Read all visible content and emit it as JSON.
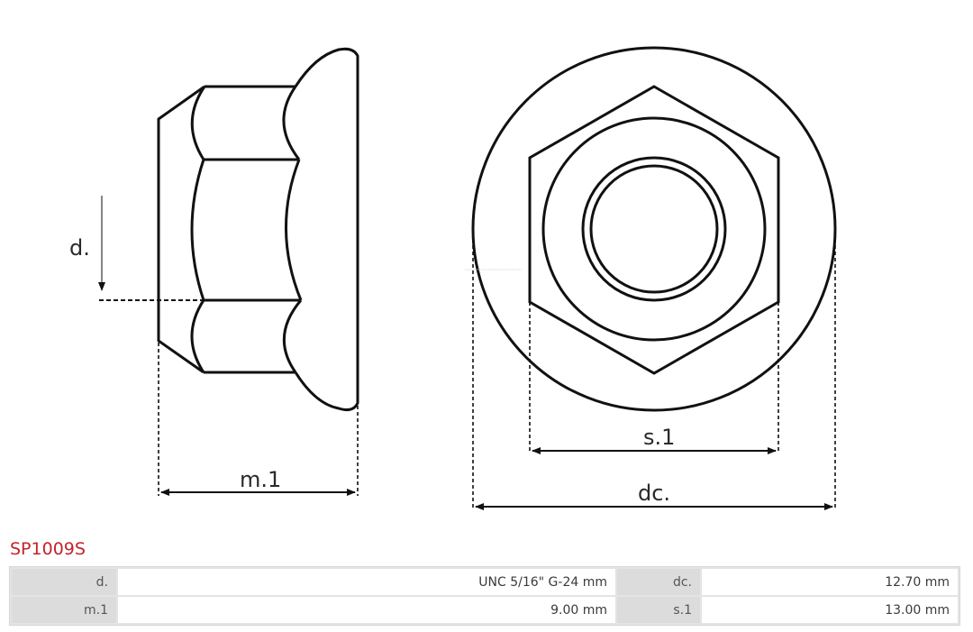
{
  "part": {
    "number": "SP1009S",
    "accent_color": "#c4232b"
  },
  "diagram": {
    "labels": {
      "d": "d.",
      "m1": "m.1",
      "s1": "s.1",
      "dc": "dc."
    }
  },
  "specs": {
    "rows": [
      {
        "label_a": "d.",
        "value_a": "UNC 5/16\" G-24 mm",
        "label_b": "dc.",
        "value_b": "12.70 mm"
      },
      {
        "label_a": "m.1",
        "value_a": "9.00 mm",
        "label_b": "s.1",
        "value_b": "13.00 mm"
      }
    ]
  }
}
